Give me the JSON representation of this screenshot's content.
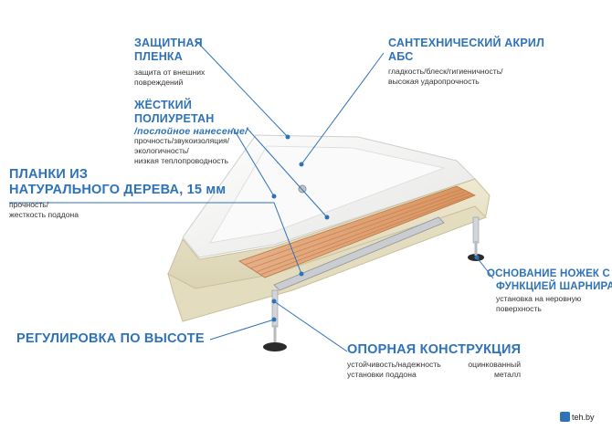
{
  "labels": {
    "film": {
      "title_1": "ЗАЩИТНАЯ",
      "title_2": "ПЛЕНКА",
      "desc_1": "защита от внешних",
      "desc_2": "повреждений"
    },
    "acrylic": {
      "title_1": "САНТЕХНИЧЕСКИЙ АКРИЛ",
      "title_2": "АБС",
      "desc_1": "гладкость/блеск/гигиеничность/",
      "desc_2": "высокая ударопрочность"
    },
    "polyurethane": {
      "title_1": "ЖЁСТКИЙ",
      "title_2": "ПОЛИУРЕТАН",
      "title_3": "/послойное нанесение/",
      "desc_1": "прочность/звукоизоляция/",
      "desc_2": "экологичность/",
      "desc_3": "низкая теплопроводность"
    },
    "wood": {
      "title_1": "ПЛАНКИ ИЗ",
      "title_2": "НАТУРАЛЬНОГО ДЕРЕВА, 15 мм",
      "desc_1": "прочность/",
      "desc_2": "жесткость поддона"
    },
    "legs": {
      "title_1": "ОСНОВАНИЕ НОЖЕК С",
      "title_2": "ФУНКЦИЕЙ ШАРНИРА",
      "desc_1": "установка на неровную",
      "desc_2": "поверхность"
    },
    "height": {
      "title": "РЕГУЛИРОВКА ПО ВЫСОТЕ"
    },
    "support": {
      "title": "ОПОРНАЯ КОНСТРУКЦИЯ",
      "desc_1": "устойчивость/надежность",
      "desc_2": "установки поддона",
      "desc_3": "оцинкованный",
      "desc_4": "металл"
    }
  },
  "brand": {
    "text": "teh.by"
  },
  "colors": {
    "accent": "#2e72b8",
    "acrylic": "#f4f4f2",
    "foam": "#e9e2c8",
    "wood": "#e8a877",
    "metal": "#c9ccd0"
  }
}
